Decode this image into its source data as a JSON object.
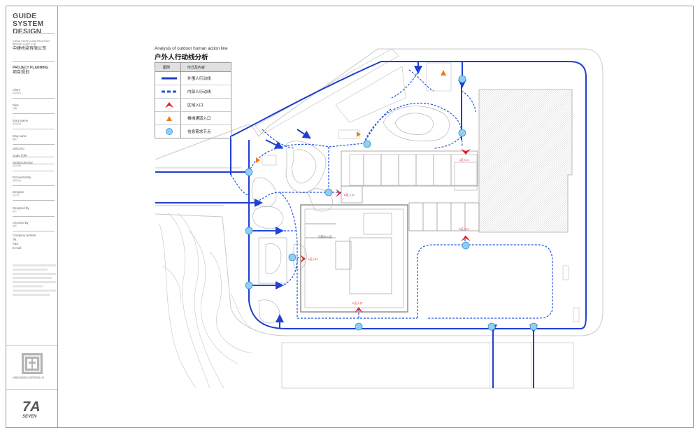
{
  "sidebar": {
    "title_line1": "GUIDE SYSTEM",
    "title_line2": "DESIGN",
    "company_en": "CHINA STATE CONSTRUCTION BRIDGE CORP. LTD",
    "company_cn": "中建桥梁有限公司",
    "project_en": "PROJECT PLANNING",
    "project_cn": "项目规划",
    "fields": [
      {
        "label": "Client",
        "sub": "建设单位"
      },
      {
        "label": "Date",
        "sub": "日期"
      },
      {
        "label": "Entry Name",
        "sub": "项目名称"
      },
      {
        "label": "Dwg.name",
        "sub": "图名"
      },
      {
        "label": "DWG.No",
        "sub": ""
      },
      {
        "label": "Scale 比例",
        "sub": ""
      },
      {
        "label": "Design Director",
        "sub": "设计总监"
      },
      {
        "label": "Proceeded By",
        "sub": "项目负责"
      },
      {
        "label": "Designer",
        "sub": "设计师"
      },
      {
        "label": "Designed By",
        "sub": "设计"
      },
      {
        "label": "Checked By",
        "sub": "审核"
      }
    ],
    "contact": {
      "website": "Company website:",
      "tel": "Tel:",
      "add": "Add:",
      "email": "E-mail:"
    },
    "logo_caption": "中国建筑西南设计研究院有限公司",
    "brand_mark": "7A",
    "brand_sub": "SEVEN"
  },
  "legend": {
    "title_en": "Analysis of outdoor human action line",
    "title_cn": "户外人行动线分析",
    "header_col1": "图例",
    "header_col2": "形式及内容",
    "rows": [
      {
        "symbol": "solid-line",
        "label": "外围人行动线"
      },
      {
        "symbol": "dashed-line",
        "label": "内部人行动线"
      },
      {
        "symbol": "red-arrow",
        "label": "区域入口"
      },
      {
        "symbol": "orange-arrow",
        "label": "楼梯通道入口"
      },
      {
        "symbol": "blue-circle",
        "label": "信息需求节点"
      }
    ]
  },
  "plan_labels": {
    "area_a": "A区入口",
    "area_b": "B区入口",
    "area_c": "C区入口",
    "area_d": "D区入口",
    "area_e": "E区入口",
    "building": "后勤办公区"
  },
  "colors": {
    "outer_route": "#1f3fd1",
    "inner_route": "#2255e0",
    "entrance": "#e02020",
    "stair": "#f07a1a",
    "node_fill": "#8fd0f2",
    "node_stroke": "#3a8ed8"
  }
}
